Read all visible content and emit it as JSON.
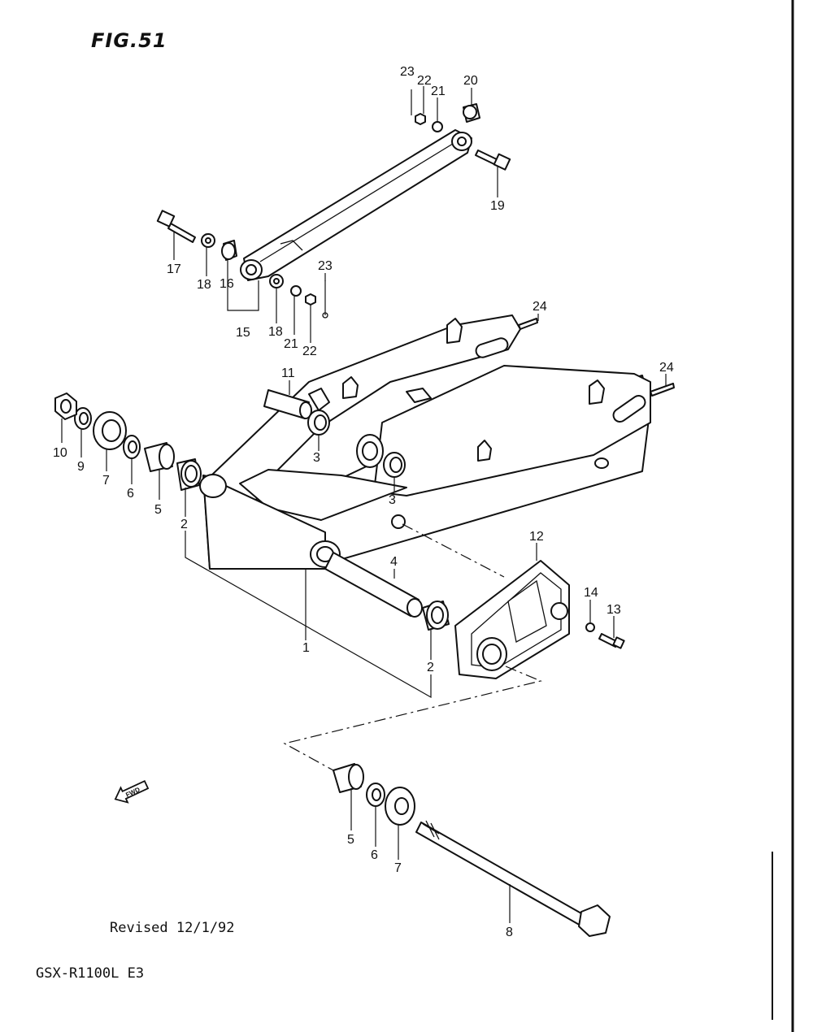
{
  "figure": {
    "title": "FIG.51"
  },
  "notes": {
    "revision": "Revised 12/1/92",
    "model": "GSX-R1100L E3"
  },
  "callouts": {
    "c1": "1",
    "c2a": "2",
    "c2b": "2",
    "c3a": "3",
    "c3b": "3",
    "c4": "4",
    "c5a": "5",
    "c5b": "5",
    "c6a": "6",
    "c6b": "6",
    "c7a": "7",
    "c7b": "7",
    "c8": "8",
    "c9": "9",
    "c10": "10",
    "c11": "11",
    "c12": "12",
    "c13": "13",
    "c14": "14",
    "c15": "15",
    "c16": "16",
    "c17": "17",
    "c18a": "18",
    "c18b": "18",
    "c19": "19",
    "c20": "20",
    "c21a": "21",
    "c21b": "21",
    "c22a": "22",
    "c22b": "22",
    "c23a": "23",
    "c23b": "23",
    "c24a": "24",
    "c24b": "24"
  },
  "fwd_label": "FWD",
  "icons": {
    "fwd_arrow": "fwd-arrow-icon"
  }
}
